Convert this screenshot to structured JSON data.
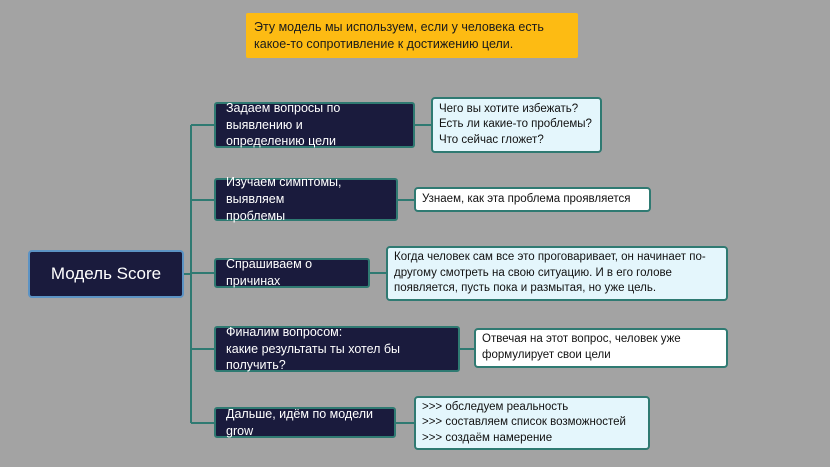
{
  "note": "Эту модель мы используем, если у человека есть\nкакое-то сопротивление к достижению цели.",
  "root": "Модель Score",
  "branches": [
    {
      "topic": "Задаем вопросы по выявлению и\nопределению цели",
      "detail": "Чего вы хотите избежать?\nЕсть ли  какие-то проблемы?\nЧто сейчас гложет?"
    },
    {
      "topic": "Изучаем симптомы, выявляем\nпроблемы",
      "detail": "Узнаем, как эта проблема проявляется"
    },
    {
      "topic": "Спрашиваем о причинах",
      "detail": "Когда человек сам все это проговаривает, он начинает по-\nдругому смотреть на свою ситуацию. И в его голове\nпоявляется, пусть пока и размытая, но уже цель."
    },
    {
      "topic": "Финалим вопросом:\nкакие результаты ты хотел бы получить?",
      "detail": "Отвечая на этот вопрос, человек  уже\nформулирует свои цели"
    },
    {
      "topic": "Дальше, идём по модели grow",
      "detail": ">>> обследуем реальность\n>>> составляем список возможностей\n>>> создаём намерение"
    }
  ],
  "colors": {
    "background": "#a3a3a3",
    "node_fill": "#1a1b3d",
    "connector": "#2f7a72",
    "root_border": "#5c93c4",
    "note_fill": "#fdbb13",
    "detail_fill": "#e4f6fc"
  }
}
